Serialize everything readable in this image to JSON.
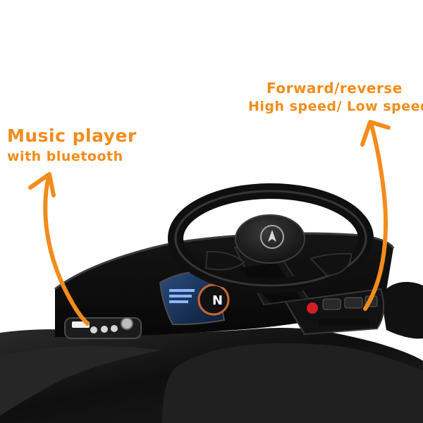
{
  "annotations": {
    "music": {
      "line1": "Music player",
      "line2": "with bluetooth"
    },
    "controls": {
      "line1": "Forward/reverse",
      "line2": "High speed/ Low speed"
    }
  },
  "colors": {
    "annotation": "#f28c1b",
    "background": "#ffffff",
    "car_body": "#111111"
  },
  "icons": [
    "steering-wheel-icon",
    "arrow-icon"
  ]
}
